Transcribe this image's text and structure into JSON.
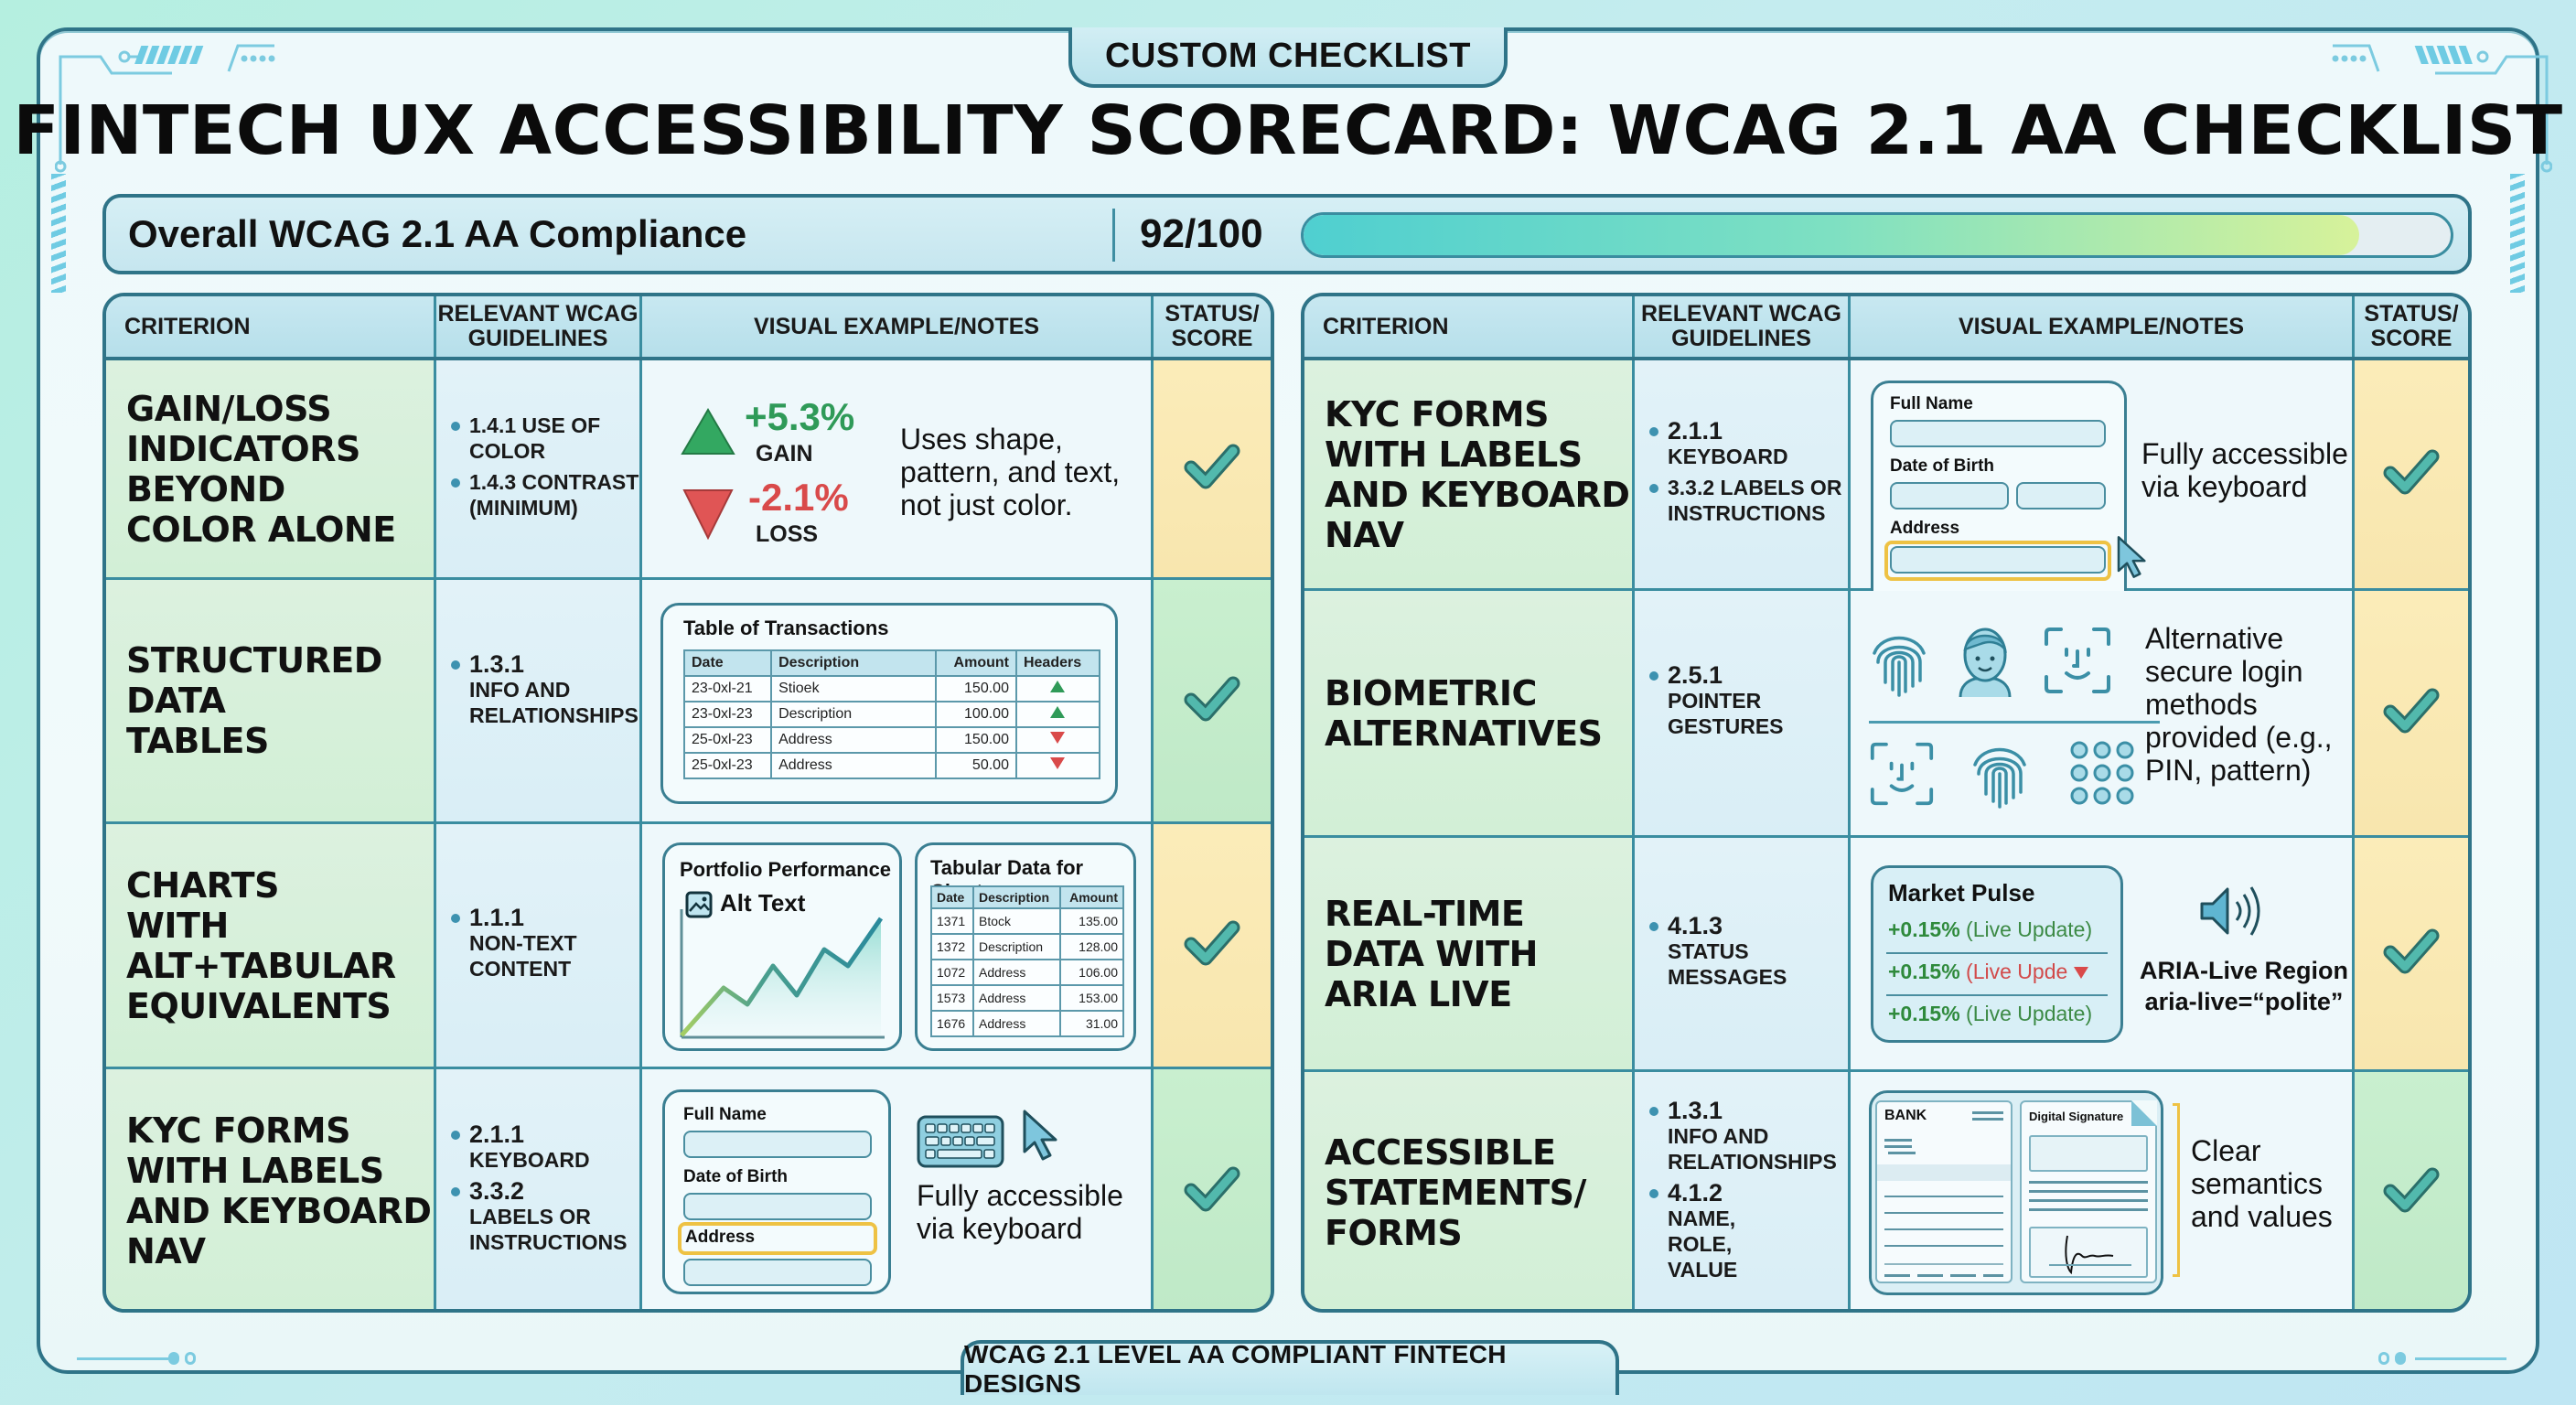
{
  "header": {
    "tab_label": "CUSTOM CHECKLIST",
    "title": "FINTECH UX ACCESSIBILITY SCORECARD: WCAG 2.1 AA CHECKLIST",
    "footer_label": "WCAG 2.1 LEVEL AA COMPLIANT FINTECH DESIGNS"
  },
  "compliance": {
    "label": "Overall WCAG 2.1 AA Compliance",
    "score": "92/100",
    "percent": 92,
    "gradient_colors": [
      "#4fcfd0",
      "#7ee0c2",
      "#d7f29a"
    ]
  },
  "columns": {
    "criterion": "CRITERION",
    "guidelines": "RELEVANT WCAG GUIDELINES",
    "visual": "VISUAL EXAMPLE/NOTES",
    "status": "STATUS/ SCORE"
  },
  "colors": {
    "border": "#2f7488",
    "criterion_bg": "#d6f0da",
    "guideline_bg": "#dcf0f7",
    "status_yellow": "#f9e8b2",
    "status_green": "#c3ebca",
    "check": "#4bb3a8",
    "gain": "#2f9a58",
    "loss": "#d94a4a",
    "focus": "#eec244"
  },
  "left_table": {
    "rows": [
      {
        "criterion": "GAIN/LOSS INDICATORS BEYOND COLOR ALONE",
        "guidelines": [
          {
            "num": "1.4.1 USE OF",
            "text": "COLOR"
          },
          {
            "num": "1.4.3 CONTRAST",
            "text": "(MINIMUM)"
          }
        ],
        "visual": {
          "gain_value": "+5.3%",
          "gain_label": "GAIN",
          "loss_value": "-2.1%",
          "loss_label": "LOSS",
          "note": "Uses shape, pattern, and text, not just color."
        },
        "status": "pass",
        "status_color": "yellow"
      },
      {
        "criterion": "STRUCTURED DATA TABLES",
        "guidelines": [
          {
            "num": "1.3.1",
            "text": "INFO AND RELATIONSHIPS"
          }
        ],
        "visual": {
          "table_title": "Table of Transactions",
          "headers": [
            "Date",
            "Description",
            "Amount",
            "Headers"
          ],
          "rows": [
            {
              "date": "23-0xl-21",
              "description": "Stioek",
              "amount": "150.00",
              "indicator": "up"
            },
            {
              "date": "23-0xl-23",
              "description": "Description",
              "amount": "100.00",
              "indicator": "up"
            },
            {
              "date": "25-0xl-23",
              "description": "Address",
              "amount": "150.00",
              "indicator": "down"
            },
            {
              "date": "25-0xl-23",
              "description": "Address",
              "amount": "50.00",
              "indicator": "down"
            }
          ]
        },
        "status": "pass",
        "status_color": "green"
      },
      {
        "criterion": "CHARTS WITH ALT+TABULAR EQUIVALENTS",
        "guidelines": [
          {
            "num": "1.1.1",
            "text": "NON-TEXT CONTENT"
          }
        ],
        "visual": {
          "chart_title": "Portfolio Performance",
          "alt_text_label": "Alt Text",
          "table_title": "Tabular Data for Chart",
          "headers": [
            "Date",
            "Description",
            "Amount"
          ],
          "rows": [
            {
              "date": "1371",
              "description": "Btock",
              "amount": "135.00"
            },
            {
              "date": "1372",
              "description": "Description",
              "amount": "128.00"
            },
            {
              "date": "1072",
              "description": "Address",
              "amount": "106.00"
            },
            {
              "date": "1573",
              "description": "Address",
              "amount": "153.00"
            },
            {
              "date": "1676",
              "description": "Address",
              "amount": "31.00"
            }
          ]
        },
        "status": "pass",
        "status_color": "yellow"
      },
      {
        "criterion": "KYC FORMS WITH LABELS AND KEYBOARD NAV",
        "guidelines": [
          {
            "num": "2.1.1",
            "text": "KEYBOARD"
          },
          {
            "num": "3.3.2",
            "text": "LABELS OR INSTRUCTIONS"
          }
        ],
        "visual": {
          "fields": [
            "Full Name",
            "Date of Birth",
            "Address"
          ],
          "focused_field": "Address",
          "note": "Fully accessible via keyboard"
        },
        "status": "pass",
        "status_color": "green"
      }
    ]
  },
  "right_table": {
    "rows": [
      {
        "criterion": "KYC FORMS WITH LABELS AND KEYBOARD NAV",
        "guidelines": [
          {
            "num": "2.1.1",
            "text": "KEYBOARD"
          },
          {
            "num": "3.3.2 LABELS OR",
            "text": "INSTRUCTIONS"
          }
        ],
        "visual": {
          "fields": [
            "Full Name",
            "Date of Birth",
            "Address"
          ],
          "focused_field": "Address",
          "note": "Fully accessible via keyboard"
        },
        "status": "pass",
        "status_color": "yellow"
      },
      {
        "criterion": "BIOMETRIC ALTERNATIVES",
        "guidelines": [
          {
            "num": "2.5.1",
            "text": "POINTER GESTURES"
          }
        ],
        "visual": {
          "icons": [
            "fingerprint-icon",
            "face-avatar-icon",
            "face-id-icon",
            "face-id-icon",
            "fingerprint-icon",
            "pin-pattern-icon"
          ],
          "note": "Alternative secure login methods provided (e.g., PIN, pattern)"
        },
        "status": "pass",
        "status_color": "yellow"
      },
      {
        "criterion": "REAL-TIME DATA WITH ARIA LIVE",
        "guidelines": [
          {
            "num": "4.1.3",
            "text": "STATUS MESSAGES"
          }
        ],
        "visual": {
          "card_title": "Market Pulse",
          "updates": [
            {
              "value": "+0.15%",
              "label": "(Live Update)",
              "alert": false
            },
            {
              "value": "+0.15%",
              "label": "(Live Upde",
              "alert": true
            },
            {
              "value": "+0.15%",
              "label": "(Live Update)",
              "alert": false
            }
          ],
          "region_label": "ARIA-Live Region",
          "region_attr": "aria-live=“polite”"
        },
        "status": "pass",
        "status_color": "yellow"
      },
      {
        "criterion": "ACCESSIBLE STATEMENTS/ FORMS",
        "guidelines": [
          {
            "num": "1.3.1",
            "text": "INFO AND RELATIONSHIPS"
          },
          {
            "num": "4.1.2",
            "text": "NAME, ROLE, VALUE"
          }
        ],
        "visual": {
          "statement_label": "BANK",
          "signature_label": "Digital Signature",
          "note": "Clear semantics and values"
        },
        "status": "pass",
        "status_color": "green"
      }
    ]
  }
}
